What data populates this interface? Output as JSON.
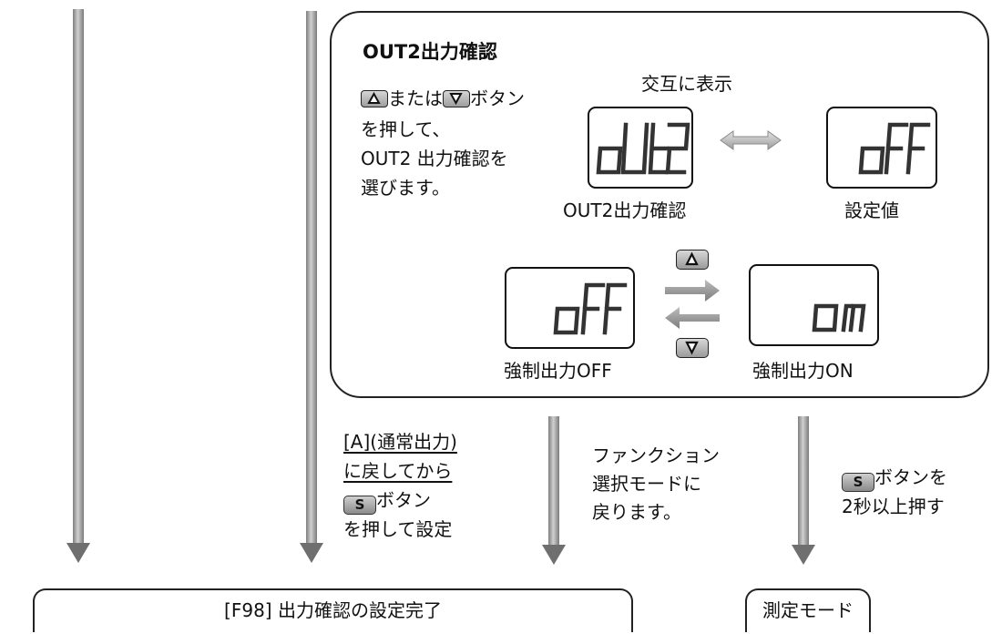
{
  "panel": {
    "title": "OUT2出力確認",
    "instruction": {
      "line1_pre": "",
      "line1_mid": "または",
      "line1_post": "ボタン",
      "line2": "を押して、",
      "line3": "OUT2 出力確認を",
      "line4": "選びます。"
    },
    "alternate_label": "交互に表示",
    "display_out2_caption": "OUT2出力確認",
    "display_value_caption": "設定値",
    "display_off_caption": "強制出力OFF",
    "display_on_caption": "強制出力ON",
    "lcd_out2": "oUt2",
    "lcd_value": "oFF",
    "lcd_off": "oFF",
    "lcd_on": "on"
  },
  "flow": {
    "note_a_line1": "[A](通常出力)",
    "note_a_line2": "に戻してから",
    "note_a_line3_btn": "S",
    "note_a_line3": "ボタン",
    "note_a_line4": "を押して設定",
    "note_b_line1": "ファンクション",
    "note_b_line2": "選択モードに",
    "note_b_line3": "戻ります。",
    "note_c_btn": "S",
    "note_c_line1": "ボタンを",
    "note_c_line2": "2秒以上押す"
  },
  "bottom": {
    "complete_label": "[F98] 出力確認の設定完了",
    "measure_label": "測定モード"
  },
  "icons": {
    "up_key": "up-triangle-key-icon",
    "down_key": "down-triangle-key-icon",
    "s_key": "s-button-icon"
  }
}
